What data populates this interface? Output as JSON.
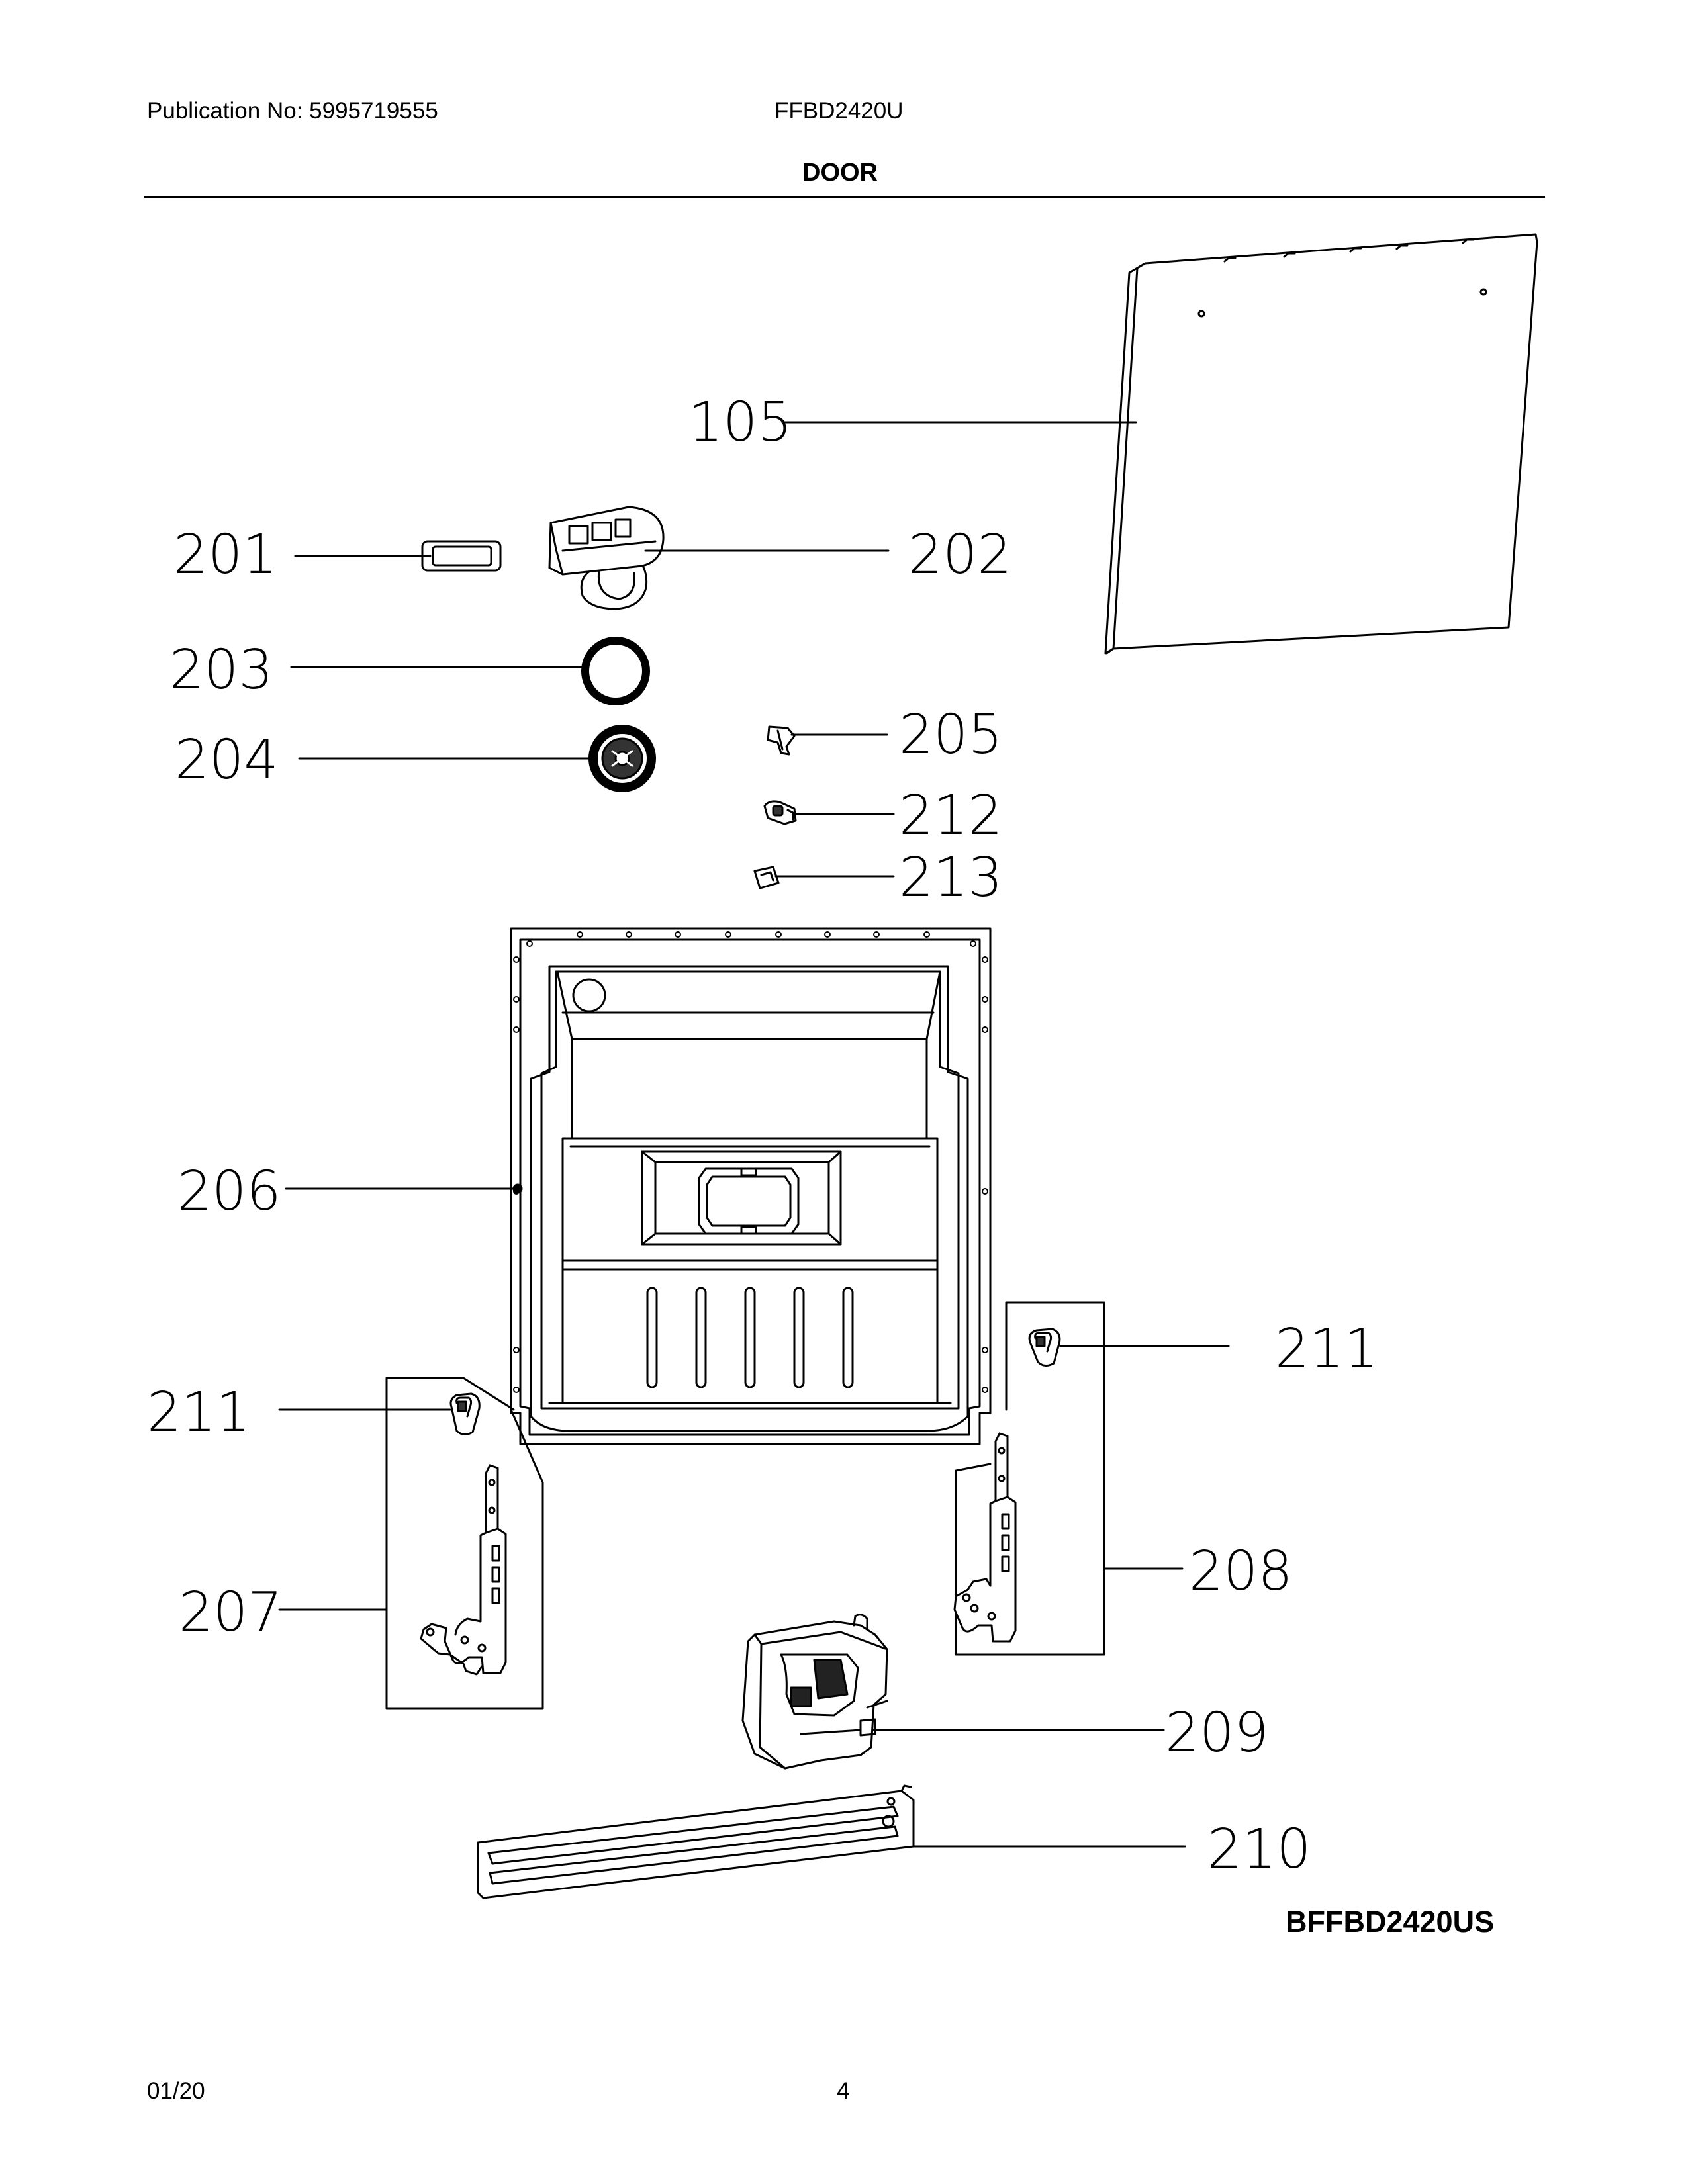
{
  "header": {
    "publication": "Publication No: 5995719555",
    "model": "FFBD2420U",
    "section": "DOOR"
  },
  "callouts": {
    "p105": "105",
    "p201": "201",
    "p202": "202",
    "p203": "203",
    "p204": "204",
    "p205": "205",
    "p206": "206",
    "p207": "207",
    "p208": "208",
    "p209": "209",
    "p210": "210",
    "p211_right": "211",
    "p211_left": "211",
    "p212": "212",
    "p213": "213"
  },
  "figure_code": "BFFBD2420US",
  "footer": {
    "date": "01/20",
    "page_number": "4"
  }
}
